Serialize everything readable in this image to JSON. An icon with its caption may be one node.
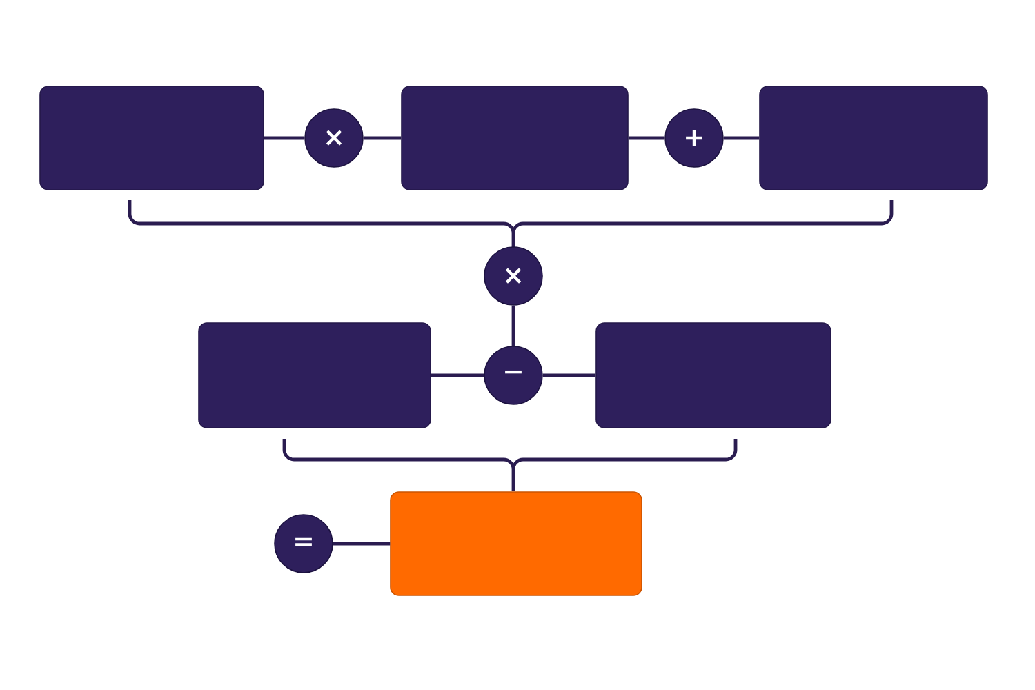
{
  "diagram": {
    "nodes": [
      {
        "text": [],
        "shape": "box"
      },
      {
        "text": [
          "×"
        ]
      },
      {
        "text": [],
        "shape": "box"
      },
      {
        "text": [
          "+"
        ]
      },
      {
        "text": [],
        "shape": "box"
      },
      {
        "text": [
          "×"
        ]
      },
      {
        "text": [],
        "shape": "box"
      },
      {
        "text": [
          "−"
        ]
      },
      {
        "text": [],
        "shape": "box"
      },
      {
        "text": [
          "="
        ]
      },
      {
        "text": [],
        "shape": "box"
      }
    ],
    "edges": [
      {
        "from": 0,
        "to": 1,
        "arrow": "none"
      },
      {
        "from": 1,
        "to": 2,
        "arrow": "none"
      },
      {
        "from": 2,
        "to": 3,
        "arrow": "none"
      },
      {
        "from": 3,
        "to": 4,
        "arrow": "none"
      },
      {
        "from": 5,
        "to": 7,
        "arrow": "none"
      },
      {
        "from": 6,
        "to": 7,
        "arrow": "none"
      },
      {
        "from": 7,
        "to": 8,
        "arrow": "none"
      },
      {
        "from": 9,
        "to": 10,
        "arrow": "none"
      }
    ]
  }
}
